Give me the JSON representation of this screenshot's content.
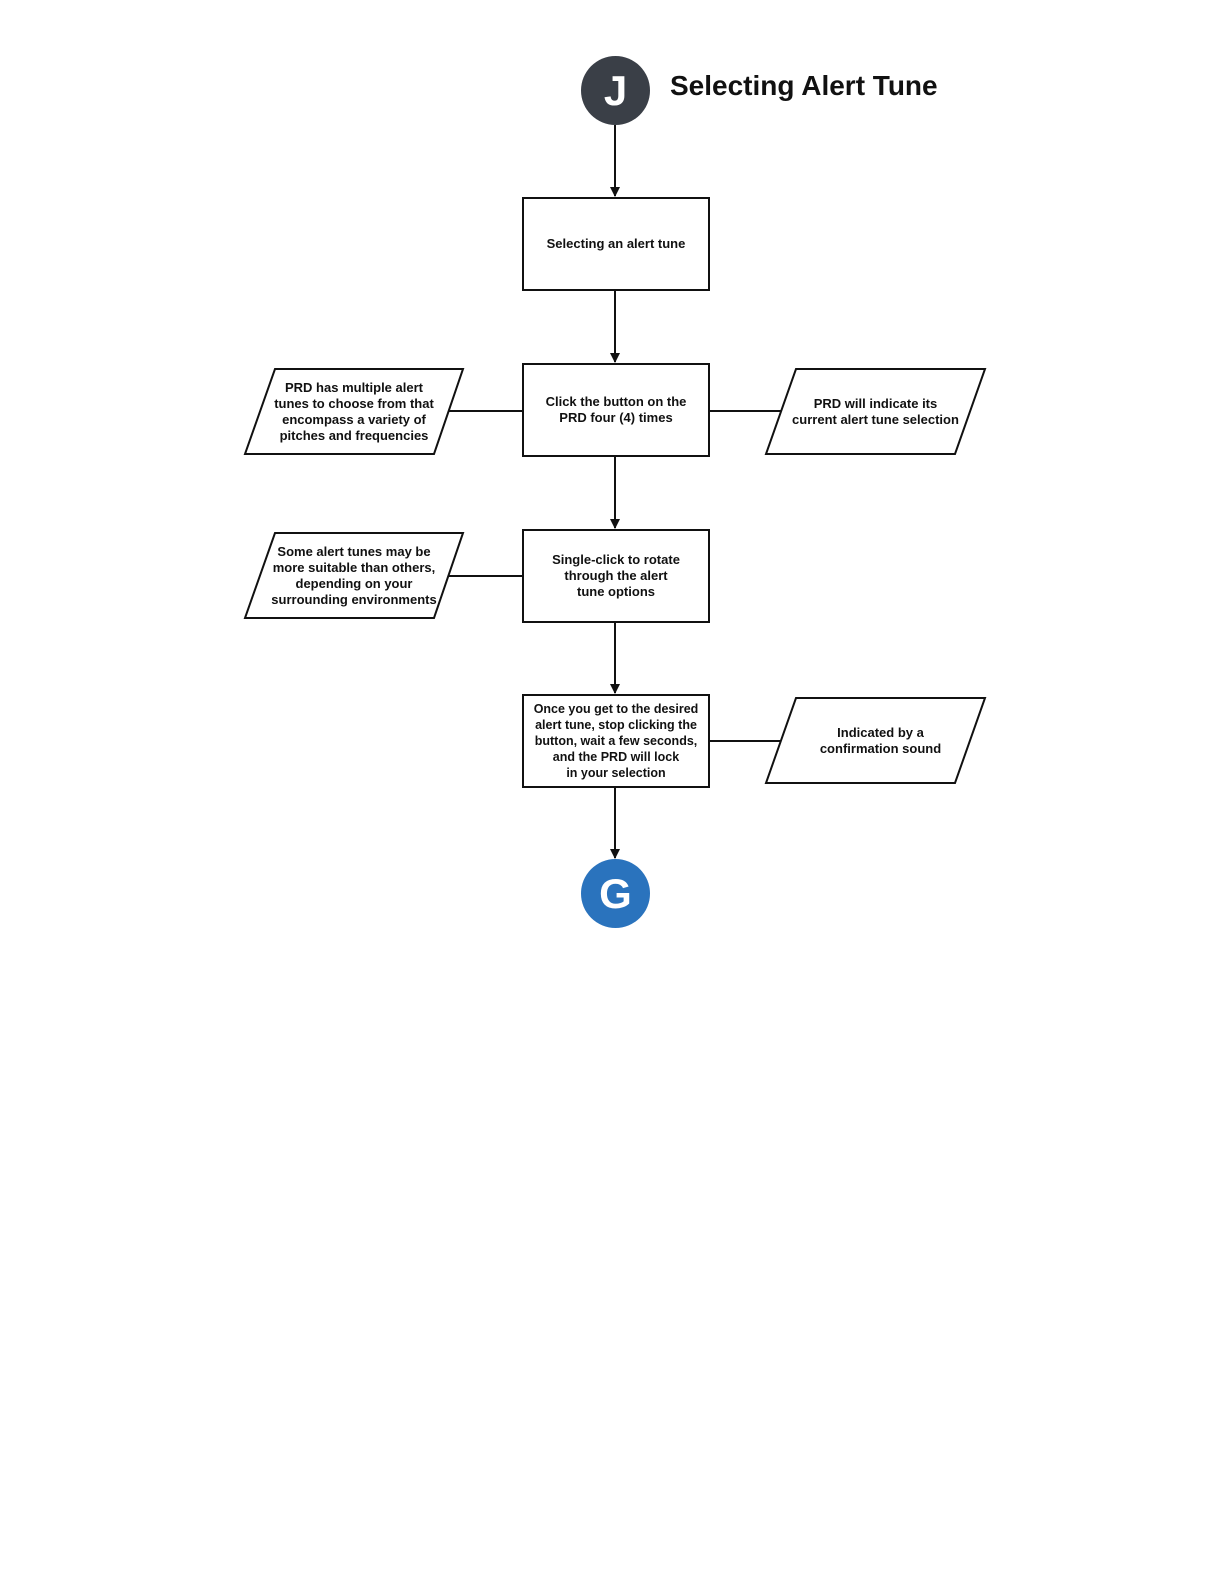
{
  "header": {
    "start_connector_label": "J",
    "title": "Selecting Alert Tune"
  },
  "end_connector_label": "G",
  "colors": {
    "start_connector": "#3a3f47",
    "end_connector": "#2a73bd",
    "stroke": "#111111",
    "background": "#ffffff"
  },
  "steps": [
    "Selecting an alert tune",
    "Click the button on the\nPRD four (4) times",
    "Single-click to rotate\nthrough the alert\ntune options",
    "Once you get to the desired\nalert tune, stop clicking the\nbutton, wait a few seconds,\nand the PRD will lock\nin your selection"
  ],
  "notes": {
    "left_1": "PRD has multiple alert\ntunes to choose from that\nencompass a variety of\npitches and frequencies",
    "right_1": "PRD will indicate its\ncurrent alert tune selection",
    "left_2": "Some alert tunes may be\nmore suitable than others,\ndepending on your\nsurrounding environments",
    "right_2": "Indicated by a\nconfirmation sound"
  }
}
